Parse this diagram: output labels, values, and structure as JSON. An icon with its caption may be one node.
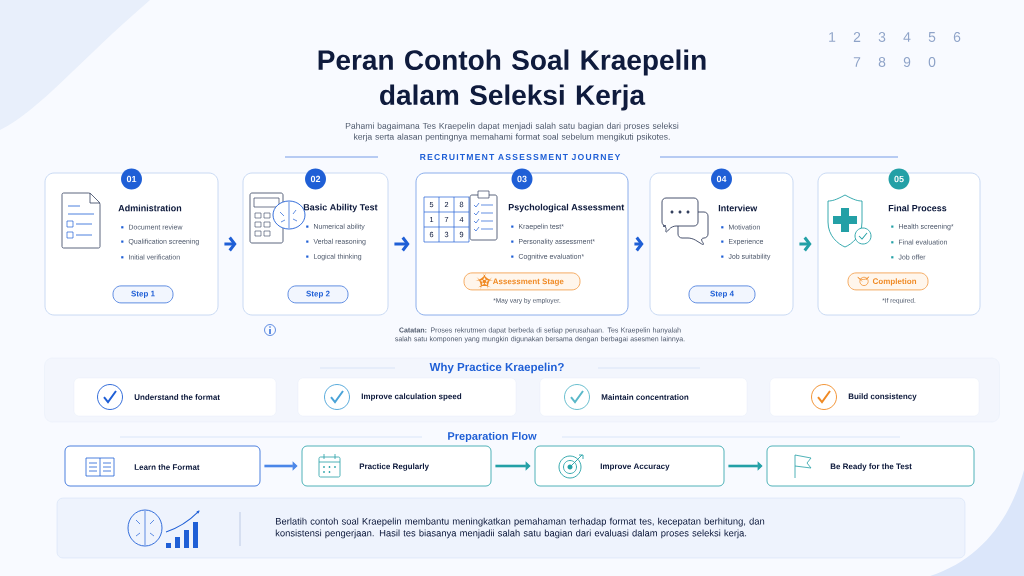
{
  "diagram": {
    "title": "Peran Contoh Soal Kraepelin dalam Seleksi Kerja",
    "nodes": [
      {
        "text": [
          "01",
          "Administration",
          "Document review",
          "Qualification screening",
          "Initial verification"
        ]
      },
      {
        "text": [
          "Step 1"
        ],
        "in": 0
      },
      {
        "text": [
          "02",
          "Basic Ability Test",
          "Numerical ability",
          "Verbal reasoning",
          "Logical thinking"
        ]
      },
      {
        "text": [
          "Step 2"
        ],
        "in": 2
      },
      {
        "text": [
          "03",
          "Psychological Assessment",
          "Kraepelin test*",
          "Personality assessment*",
          "Cognitive evaluation*",
          "*May vary by employer."
        ]
      },
      {
        "text": [
          "Assessment Stage"
        ],
        "in": 4
      },
      {
        "text": [
          "04",
          "Interview",
          "Motivation",
          "Experience",
          "Job suitability"
        ]
      },
      {
        "text": [
          "Step 4"
        ],
        "in": 6
      },
      {
        "text": [
          "05",
          "Final Process",
          "Health screening*",
          "Final evaluation",
          "Job offer",
          "*If required."
        ]
      },
      {
        "text": [
          "Completion"
        ],
        "in": 8
      },
      {
        "text": [
          "Why Practice Kraepelin?"
        ]
      },
      {
        "text": [
          "Understand the format"
        ],
        "in": 10
      },
      {
        "text": [
          "Improve calculation speed"
        ],
        "in": 10
      },
      {
        "text": [
          "Maintain concentration"
        ],
        "in": 10
      },
      {
        "text": [
          "Build consistency"
        ],
        "in": 10
      },
      {
        "text": [
          "Learn the Format"
        ]
      },
      {
        "text": [
          "Practice Regularly"
        ]
      },
      {
        "text": [
          "Improve Accuracy"
        ]
      },
      {
        "text": [
          "Be Ready for the Test"
        ]
      },
      {
        "text": [
          "Berlatih contoh soal Kraepelin membantu meningkatkan pemahaman terhadap format tes, kecepatan berhitung, dan konsistensi pengerjaan. Hasil tes biasanya menjadii salah satu bagian dari evaluasi dalam proses seleksi kerja."
        ]
      }
    ],
    "edges": [
      {
        "from": 0,
        "to": 2,
        "arrow": "to"
      },
      {
        "from": 2,
        "to": 4,
        "arrow": "to"
      },
      {
        "from": 4,
        "to": 6,
        "arrow": "to"
      },
      {
        "from": 6,
        "to": 8,
        "arrow": "to",
        "color": "#23a0a6"
      },
      {
        "from": 15,
        "to": 16,
        "arrow": "to",
        "color": "#4a86e8"
      },
      {
        "from": 16,
        "to": 17,
        "arrow": "to",
        "color": "#23a0a6"
      },
      {
        "from": 17,
        "to": 18,
        "arrow": "to",
        "color": "#23a0a6"
      }
    ],
    "labels": [
      "1",
      "2",
      "3",
      "4",
      "5",
      "6",
      "7",
      "8",
      "9",
      "0",
      "Pahami bagaimana Tes Kraepelin dapat menjadi salah satu bagian dari proses seleksi kerja serta alasan pentingnya memahami format soal sebelum mengikuti psikotes.",
      "RECRUITMENT ASSESSMENT JOURNEY",
      "5",
      "2",
      "8",
      "1",
      "7",
      "4",
      "6",
      "3",
      "9",
      "**Catatan:** Proses rekrutmen dapat berbeda di setiap perusahaan. Tes Kraepelin hanyalah salah satu komponen yang mungkin digunakan bersama dengan berbagai asesmen lainnya.",
      "Preparation Flow"
    ]
  }
}
